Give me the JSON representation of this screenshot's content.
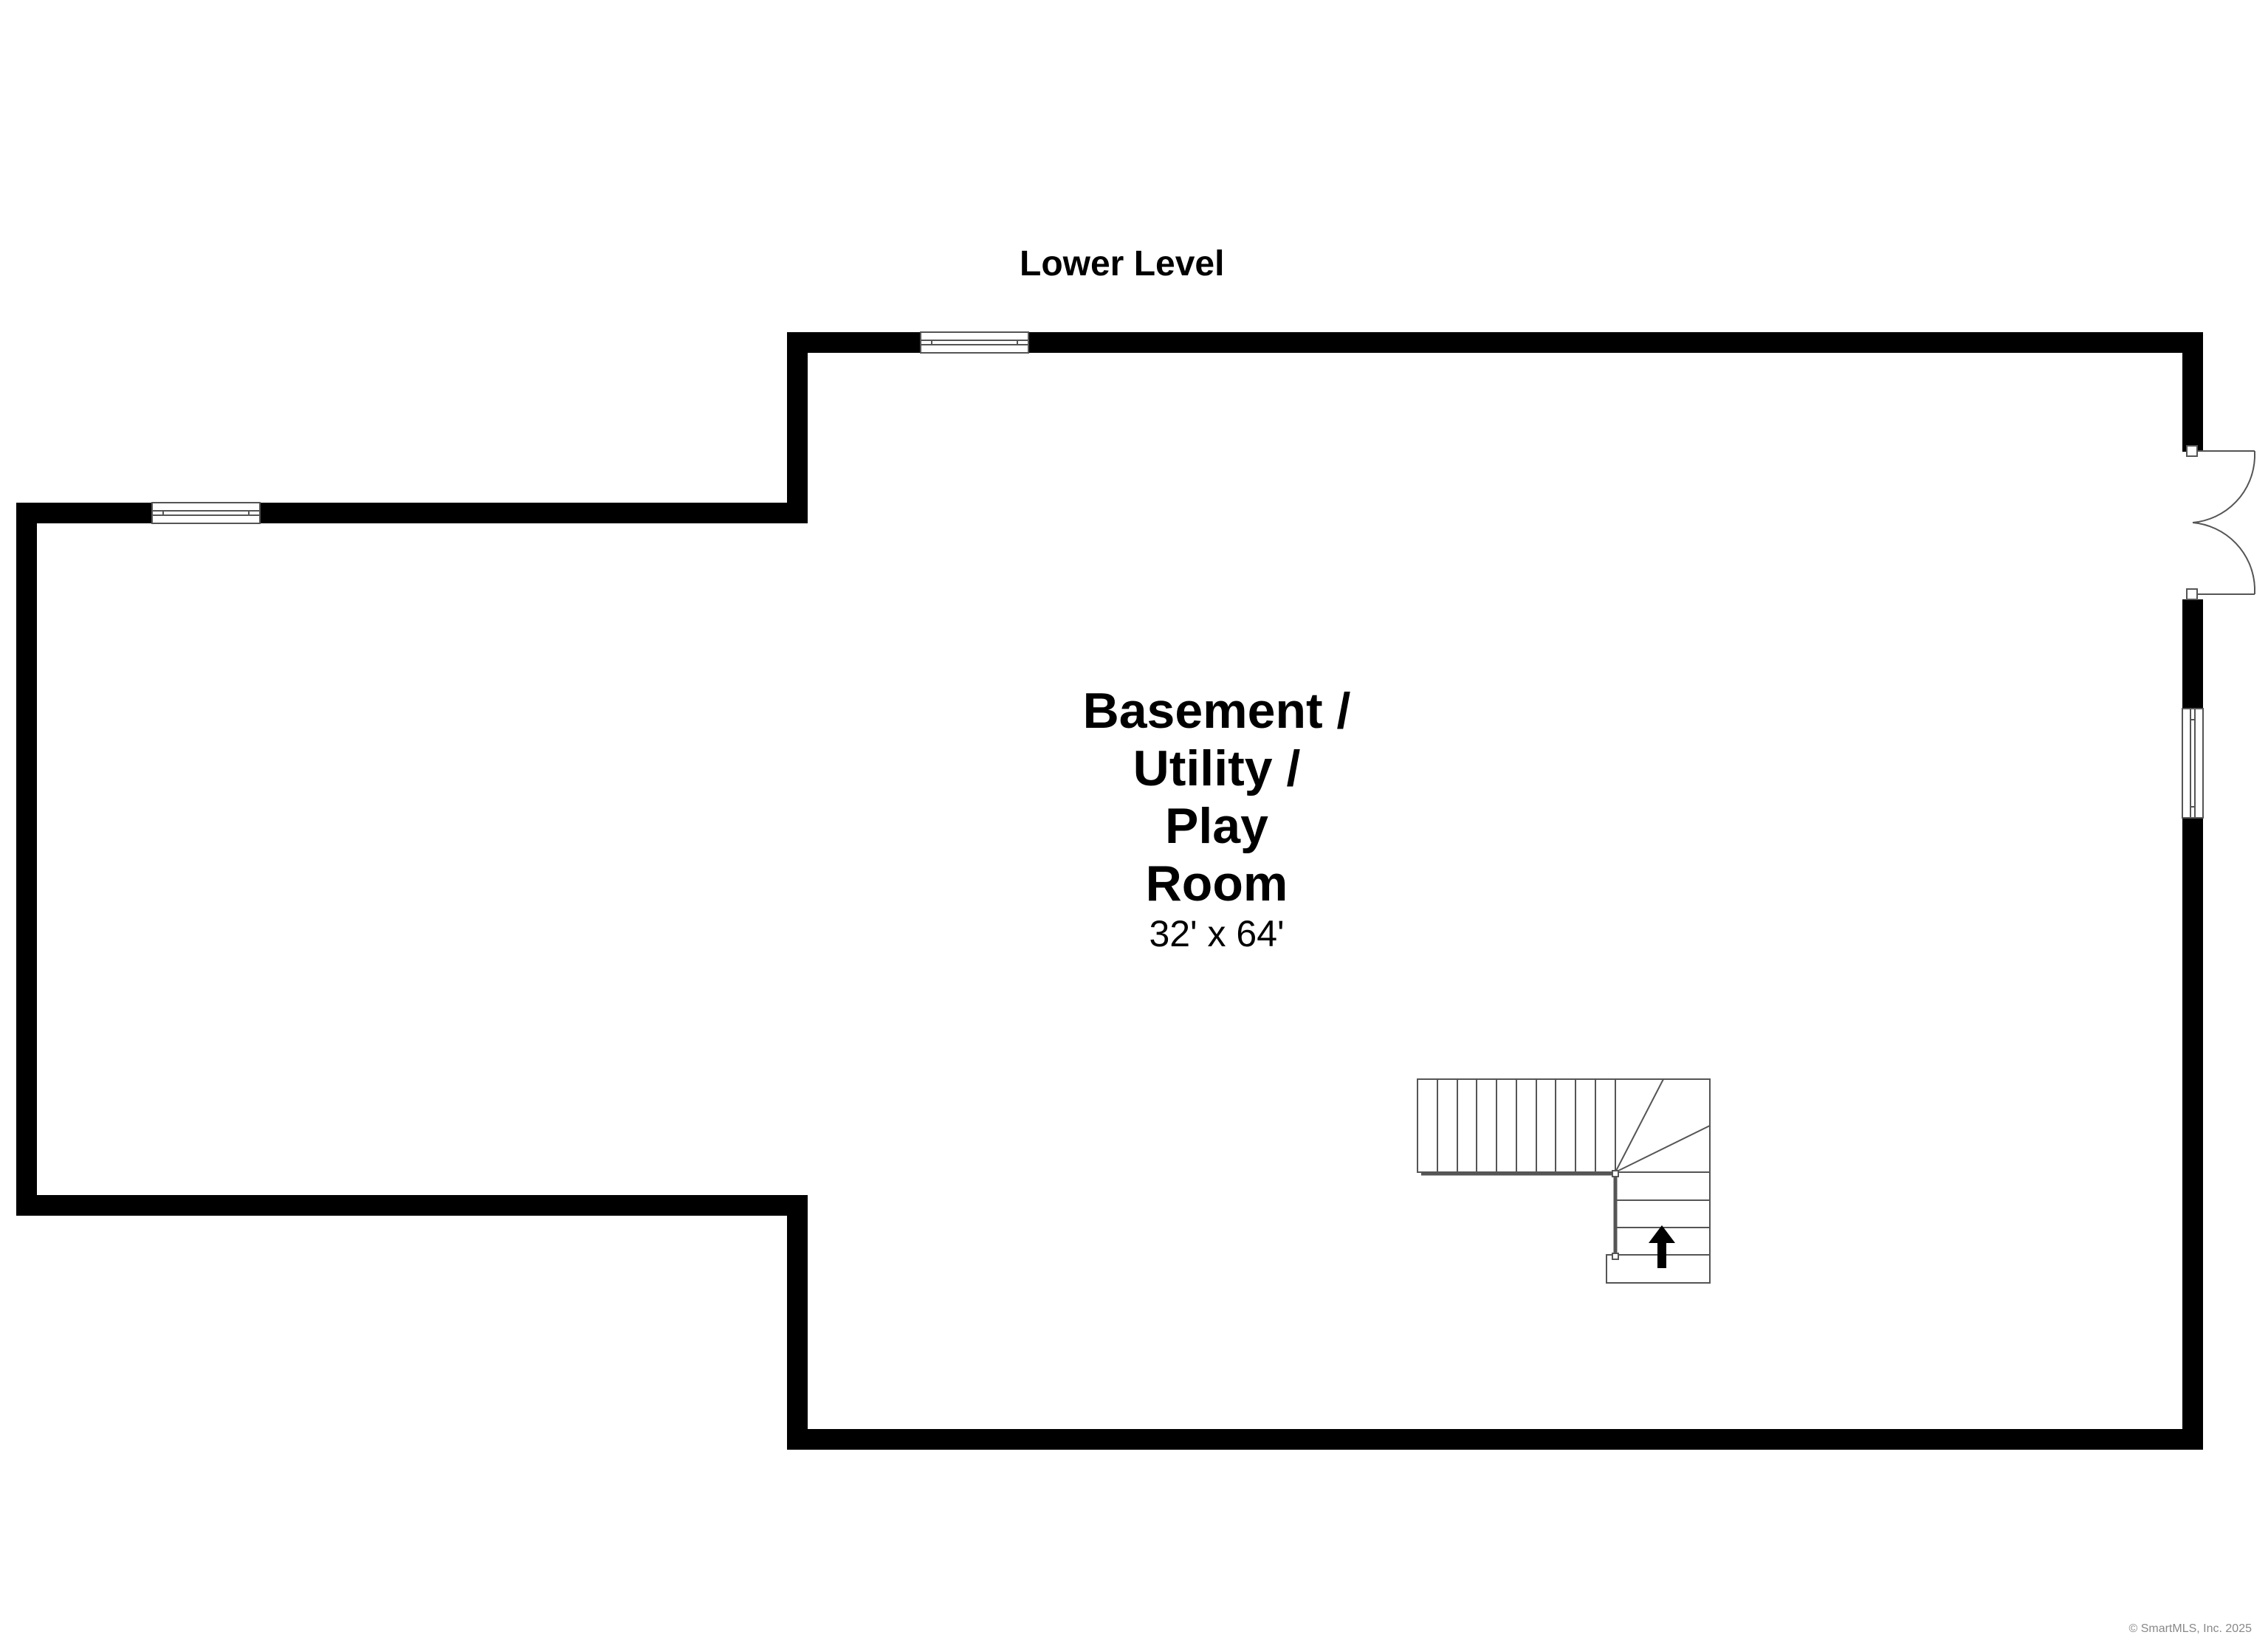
{
  "floor": {
    "level_title": "Lower Level"
  },
  "room": {
    "name_lines": [
      "Basement /",
      "Utility /",
      "Play",
      "Room"
    ],
    "dimensions": "32' x 64'"
  },
  "stairs": {
    "direction": "up",
    "icon": "arrow-up-icon"
  },
  "footer": {
    "copyright": "© SmartMLS, Inc. 2025"
  },
  "colors": {
    "wall": "#000000",
    "background": "#ffffff",
    "line": "#555555"
  }
}
